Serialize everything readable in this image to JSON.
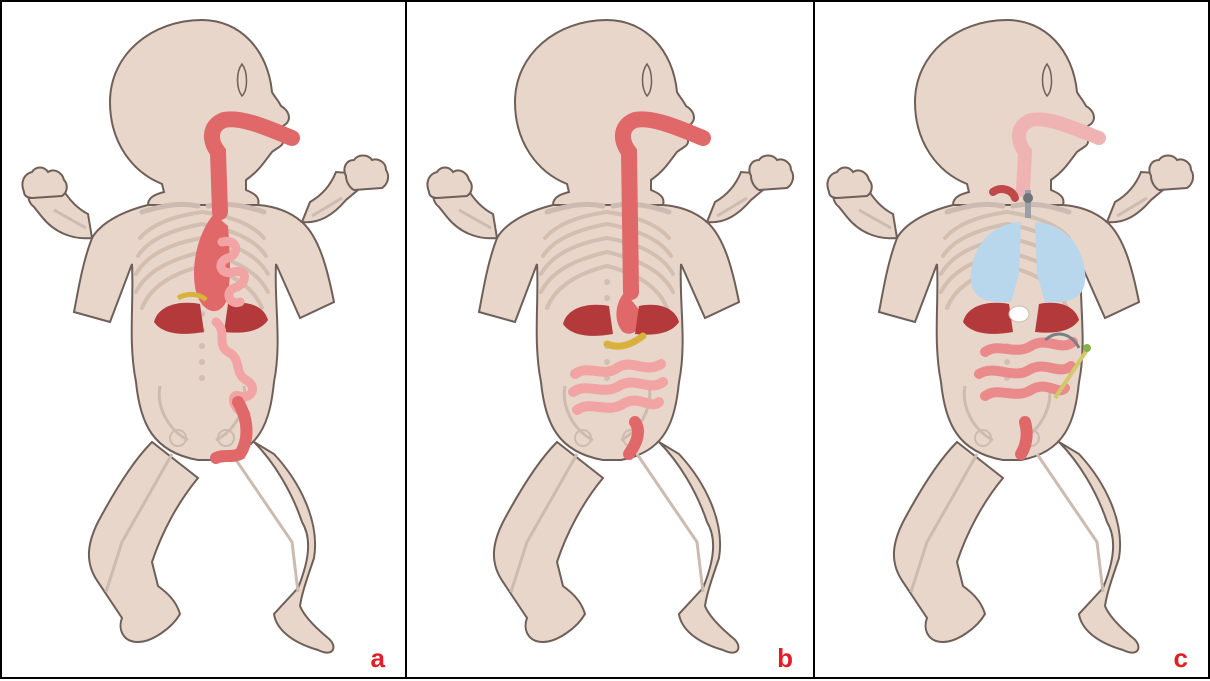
{
  "panels": [
    {
      "id": "a",
      "label": "a"
    },
    {
      "id": "b",
      "label": "b"
    },
    {
      "id": "c",
      "label": "c"
    }
  ],
  "colors": {
    "skin": "#e7d6c9",
    "skin_outline": "#6e6059",
    "bone": "#d2bfb2",
    "gut": "#e06868",
    "gut_light": "#f2a3a3",
    "liver": "#b3393b",
    "bile": "#d8b23c",
    "lung": "#b8d6ec",
    "label": "#e01e24"
  }
}
